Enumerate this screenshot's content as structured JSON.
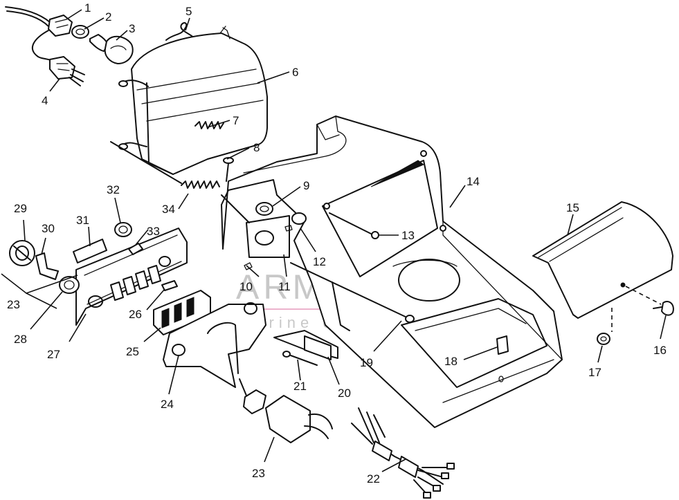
{
  "watermark": {
    "brand": "ARMADA",
    "tagline": "marine outboards",
    "logo_color": "#e8a0c0",
    "text_color": "#9a9a9a"
  },
  "callouts": [
    {
      "id": "1",
      "label": "1"
    },
    {
      "id": "2",
      "label": "2"
    },
    {
      "id": "3",
      "label": "3"
    },
    {
      "id": "4",
      "label": "4"
    },
    {
      "id": "5",
      "label": "5"
    },
    {
      "id": "6",
      "label": "6"
    },
    {
      "id": "7",
      "label": "7"
    },
    {
      "id": "8",
      "label": "8"
    },
    {
      "id": "9",
      "label": "9"
    },
    {
      "id": "10",
      "label": "10"
    },
    {
      "id": "11",
      "label": "11"
    },
    {
      "id": "12",
      "label": "12"
    },
    {
      "id": "13",
      "label": "13"
    },
    {
      "id": "14",
      "label": "14"
    },
    {
      "id": "15",
      "label": "15"
    },
    {
      "id": "16",
      "label": "16"
    },
    {
      "id": "17",
      "label": "17"
    },
    {
      "id": "18",
      "label": "18"
    },
    {
      "id": "19",
      "label": "19"
    },
    {
      "id": "20",
      "label": "20"
    },
    {
      "id": "21",
      "label": "21"
    },
    {
      "id": "22",
      "label": "22"
    },
    {
      "id": "23a",
      "label": "23"
    },
    {
      "id": "23b",
      "label": "23"
    },
    {
      "id": "24",
      "label": "24"
    },
    {
      "id": "25",
      "label": "25"
    },
    {
      "id": "26",
      "label": "26"
    },
    {
      "id": "27",
      "label": "27"
    },
    {
      "id": "28",
      "label": "28"
    },
    {
      "id": "29",
      "label": "29"
    },
    {
      "id": "30",
      "label": "30"
    },
    {
      "id": "31",
      "label": "31"
    },
    {
      "id": "32",
      "label": "32"
    },
    {
      "id": "33",
      "label": "33"
    },
    {
      "id": "34",
      "label": "34"
    }
  ]
}
